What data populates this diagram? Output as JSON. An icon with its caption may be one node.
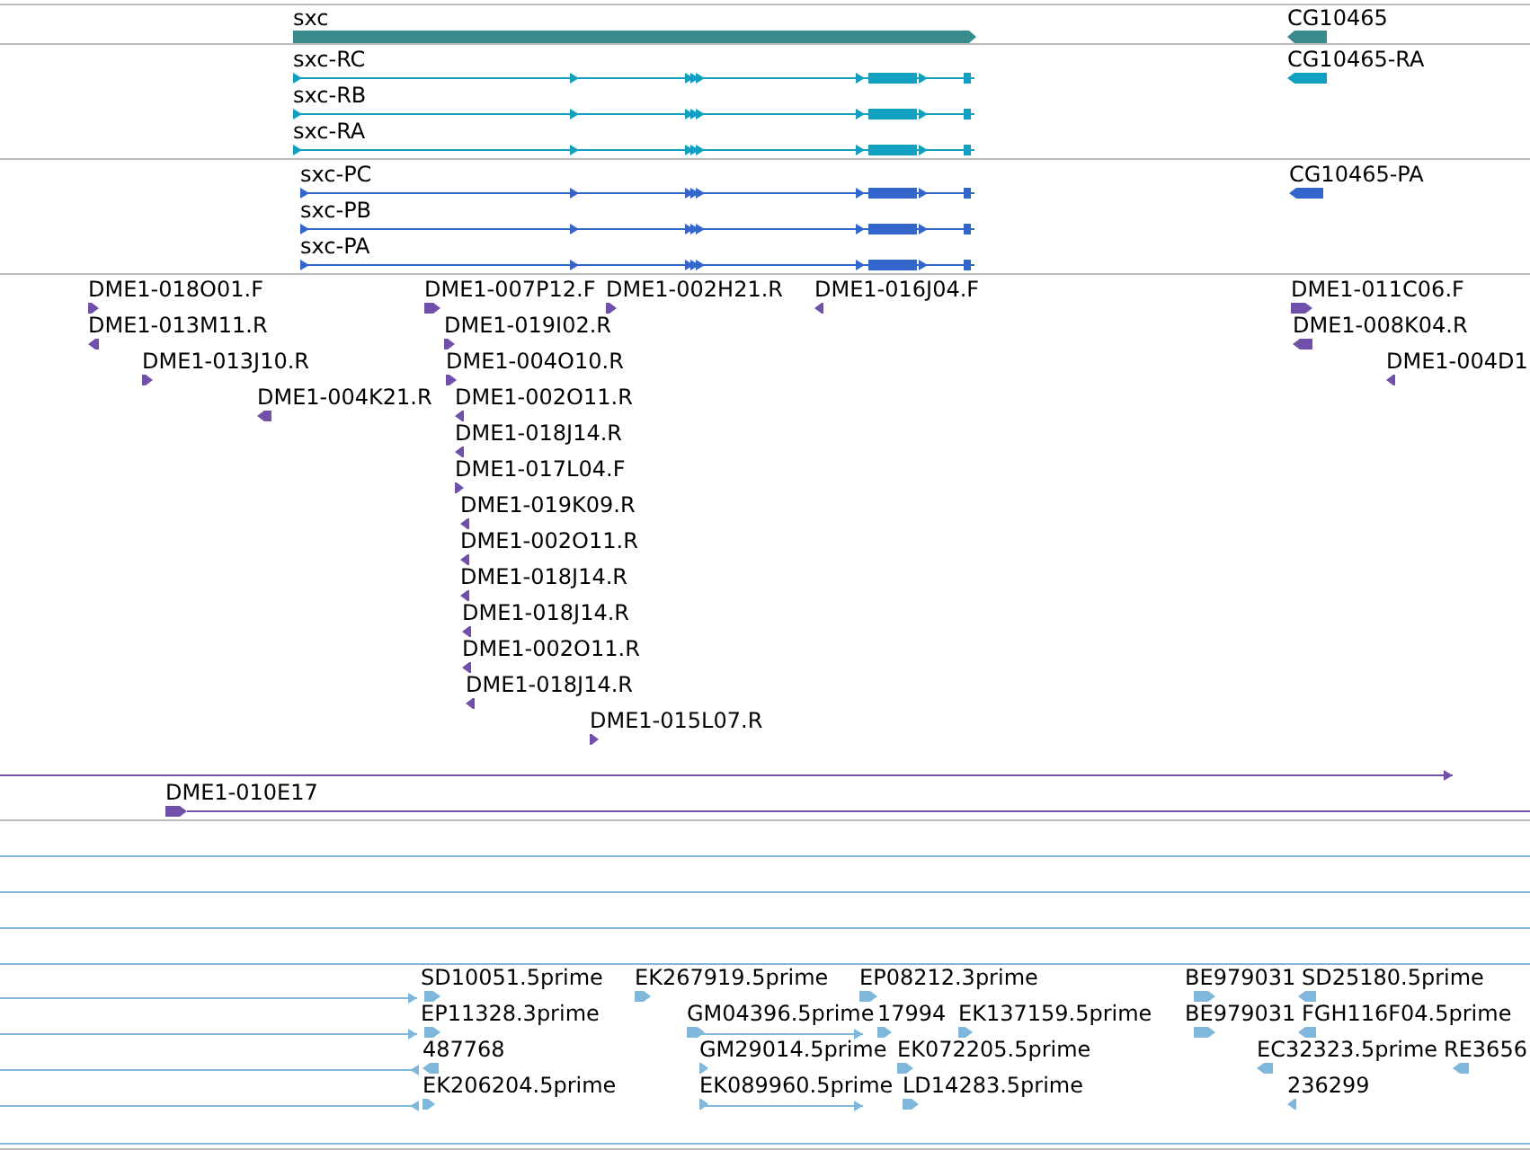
{
  "diagram": {
    "labels": [
      "sxc",
      "CG10465",
      "sxc-RC",
      "CG10465-RA",
      "sxc-RB",
      "sxc-RA",
      "sxc-PC",
      "CG10465-PA",
      "sxc-PB",
      "sxc-PA",
      "DME1-018O01.F",
      "DME1-007P12.F",
      "DME1-002H21.R",
      "DME1-016J04.F",
      "DME1-011C06.F",
      "DME1-013M11.R",
      "DME1-019I02.R",
      "DME1-008K04.R",
      "DME1-013J10.R",
      "DME1-004O10.R",
      "DME1-004D1",
      "DME1-004K21.R",
      "DME1-002O11.R",
      "DME1-018J14.R",
      "DME1-017L04.F",
      "DME1-019K09.R",
      "DME1-002O11.R",
      "DME1-018J14.R",
      "DME1-018J14.R",
      "DME1-002O11.R",
      "DME1-018J14.R",
      "DME1-015L07.R",
      "DME1-010E17",
      "SD10051.5prime",
      "EK267919.5prime",
      "EP08212.3prime",
      "BE979031",
      "SD25180.5prime",
      "EP11328.3prime",
      "GM04396.5prime",
      "17994",
      "EK137159.5prime",
      "BE979031",
      "FGH116F04.5prime",
      "487768",
      "GM29014.5prime",
      "EK072205.5prime",
      "EC32323.5prime",
      "RE3656",
      "EK206204.5prime",
      "EK089960.5prime",
      "LD14283.5prime",
      "236299"
    ]
  }
}
